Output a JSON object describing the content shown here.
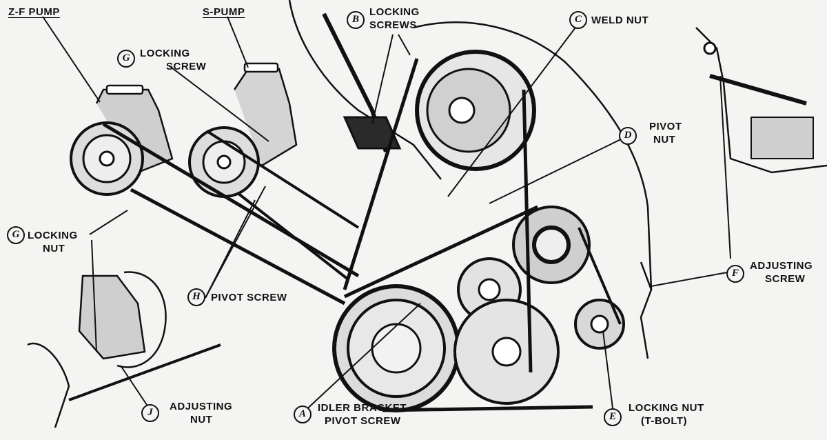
{
  "diagram": {
    "labels": {
      "zf_pump": "Z-F PUMP",
      "s_pump": "S-PUMP",
      "g_locking_screw": [
        "LOCKING",
        "SCREW"
      ],
      "b_locking_screws": [
        "LOCKING",
        "SCREWS"
      ],
      "c_weld_nut": "WELD NUT",
      "d_pivot_nut": [
        "PIVOT",
        "NUT"
      ],
      "g_locking_nut": [
        "LOCKING",
        "NUT"
      ],
      "h_pivot_screw": "PIVOT SCREW",
      "f_adjusting_screw": [
        "ADJUSTING",
        "SCREW"
      ],
      "j_adjusting_nut": [
        "ADJUSTING",
        "NUT"
      ],
      "a_idler_bracket": [
        "IDLER BRACKET",
        "PIVOT SCREW"
      ],
      "e_locking_nut": [
        "LOCKING NUT",
        "(T-BOLT)"
      ]
    },
    "badges": {
      "g_screw": "G",
      "b": "B",
      "c": "C",
      "d": "D",
      "g_nut": "G",
      "h": "H",
      "f": "F",
      "j": "J",
      "a": "A",
      "e": "E"
    }
  }
}
